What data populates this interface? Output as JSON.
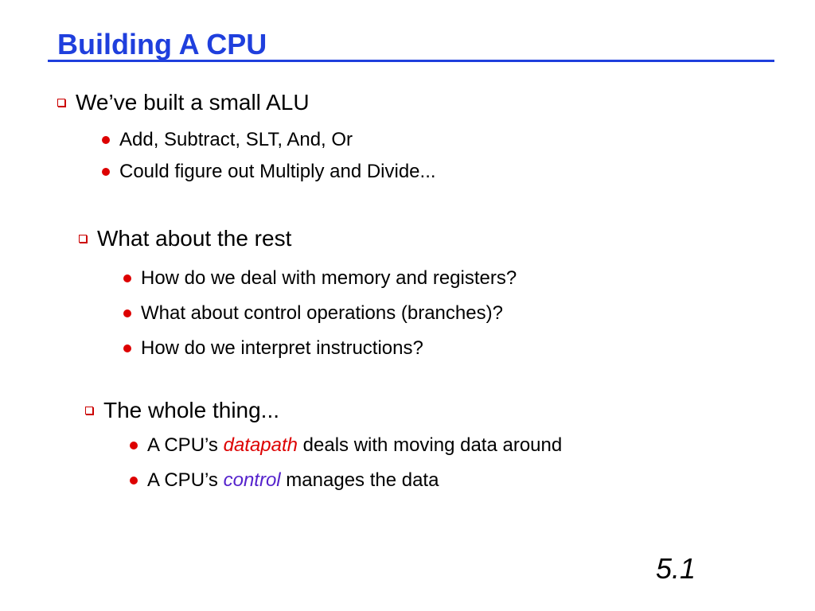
{
  "slide": {
    "title": "Building A CPU",
    "number": "5.1"
  },
  "colors": {
    "title": "#1f3fdd",
    "bullet": "#dd0000",
    "datapath_emphasis": "#dd0000",
    "control_emphasis": "#5522cc"
  },
  "sections": [
    {
      "heading": "We’ve built a small ALU",
      "bullets": [
        "Add, Subtract, SLT, And, Or",
        "Could figure out Multiply and Divide..."
      ]
    },
    {
      "heading": "What about the rest",
      "bullets": [
        "How do we deal with memory and registers?",
        "What about control operations (branches)?",
        "How do we interpret instructions?"
      ]
    },
    {
      "heading": "The whole thing...",
      "bullets": [
        {
          "before": "A CPU’s ",
          "emphasis": "datapath",
          "after": " deals with moving data around"
        },
        {
          "before": "A CPU’s ",
          "emphasis": "control",
          "after": " manages the data"
        }
      ]
    }
  ]
}
